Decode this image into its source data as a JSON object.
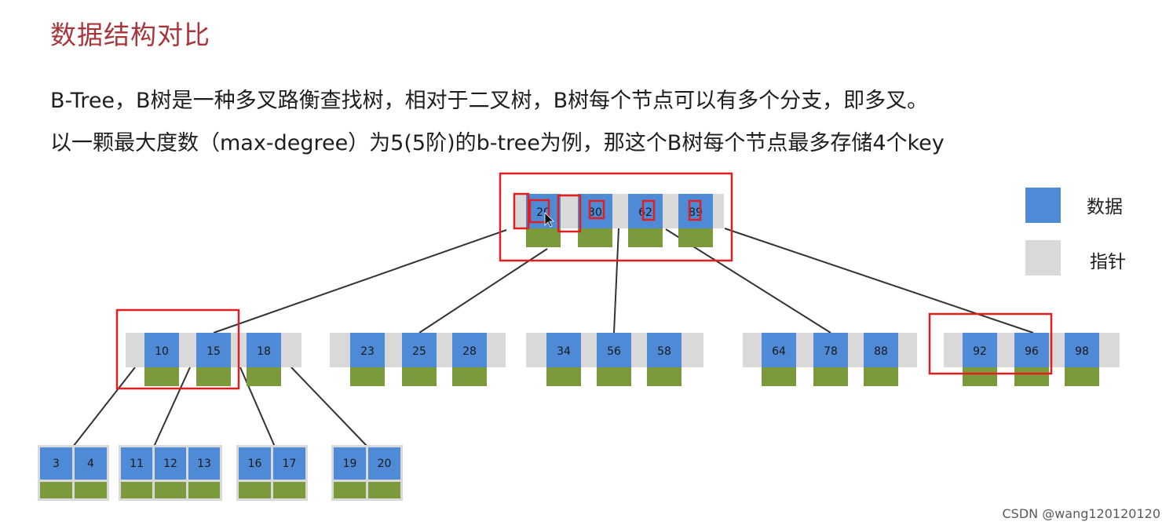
{
  "title": "数据结构对比",
  "description": [
    "B-Tree，B树是一种多叉路衡查找树，相对于二叉树，B树每个节点可以有多个分支，即多叉。",
    "以一颗最大度数（max-degree）为5(5阶)的b-tree为例，那这个B树每个节点最多存储4个key"
  ],
  "legend": [
    {
      "label": "数据",
      "color": "#4f8ad6"
    },
    {
      "label": "指针",
      "color": "#d9d9d9"
    }
  ],
  "colors": {
    "data": "#4f8ad6",
    "pointer": "#d9d9d9",
    "payload": "#7a9a3c",
    "highlight": "#e02020",
    "edge": "#333333"
  },
  "tree": {
    "root": [
      "20",
      "30",
      "62",
      "89"
    ],
    "level2": [
      [
        "10",
        "15",
        "18"
      ],
      [
        "23",
        "25",
        "28"
      ],
      [
        "34",
        "56",
        "58"
      ],
      [
        "64",
        "78",
        "88"
      ],
      [
        "92",
        "96",
        "98"
      ]
    ],
    "leaves": [
      [
        "3",
        "4"
      ],
      [
        "11",
        "12",
        "13"
      ],
      [
        "16",
        "17"
      ],
      [
        "19",
        "20"
      ]
    ]
  },
  "watermark": "CSDN @wang120120120"
}
